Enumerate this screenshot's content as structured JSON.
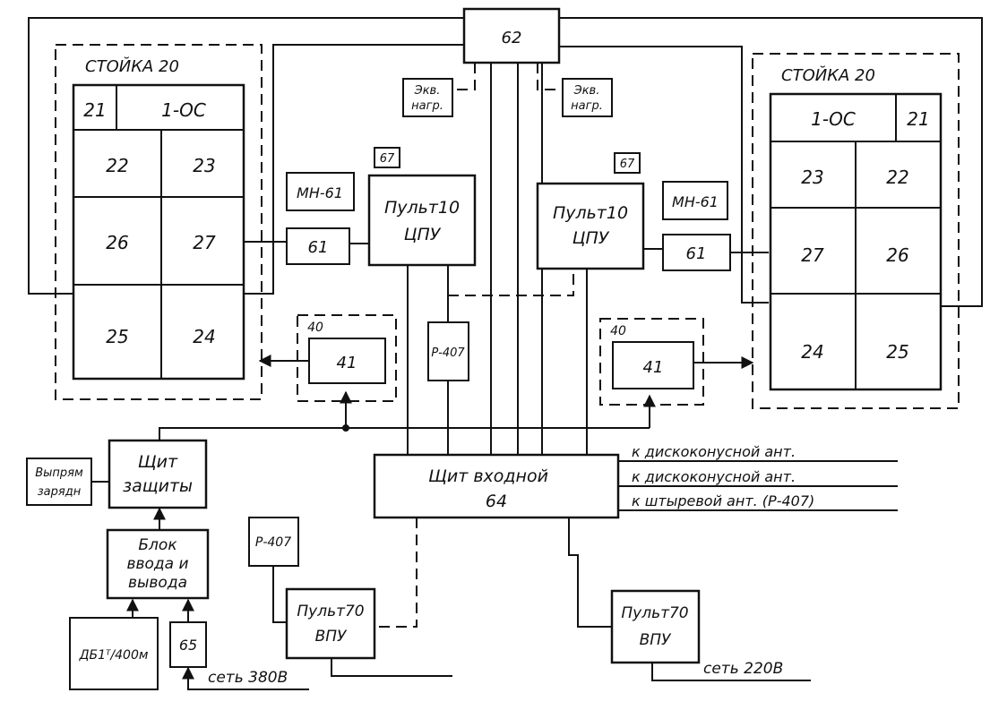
{
  "labels": {
    "block62": "62",
    "rack_left_title": "СТОЙКА 20",
    "rack_right_title": "СТОЙКА 20",
    "cell_21": "21",
    "cell_1oc": "1-ОС",
    "cell_22": "22",
    "cell_23": "23",
    "cell_26": "26",
    "cell_27": "27",
    "cell_25": "25",
    "cell_24": "24",
    "ekv_line1": "Экв.",
    "ekv_line2": "нагр.",
    "mn61": "МН-61",
    "label_67": "67",
    "pult10_line1": "Пульт10",
    "pult10_line2": "ЦПУ",
    "block61": "61",
    "block40": "40",
    "block41": "41",
    "r407": "Р-407",
    "shield_prot_line1": "Щит",
    "shield_prot_line2": "защиты",
    "rectifier_line1": "Выпрям",
    "rectifier_line2": "зарядн",
    "input_shield_line1": "Щит  входной",
    "input_shield_line2": "64",
    "io_block_line1": "Блок",
    "io_block_line2": "ввода и",
    "io_block_line3": "вывода",
    "db_label": "ДБ1ᵀ/400м",
    "block65": "65",
    "pult70_line1": "Пульт70",
    "pult70_line2": "ВПУ",
    "net380": "сеть 380В",
    "net220": "сеть 220В",
    "ant1": "к дискоконусной  ант.",
    "ant2": "к дискоконусной  ант.",
    "ant3": "к штыревой  ант. (Р-407)"
  }
}
